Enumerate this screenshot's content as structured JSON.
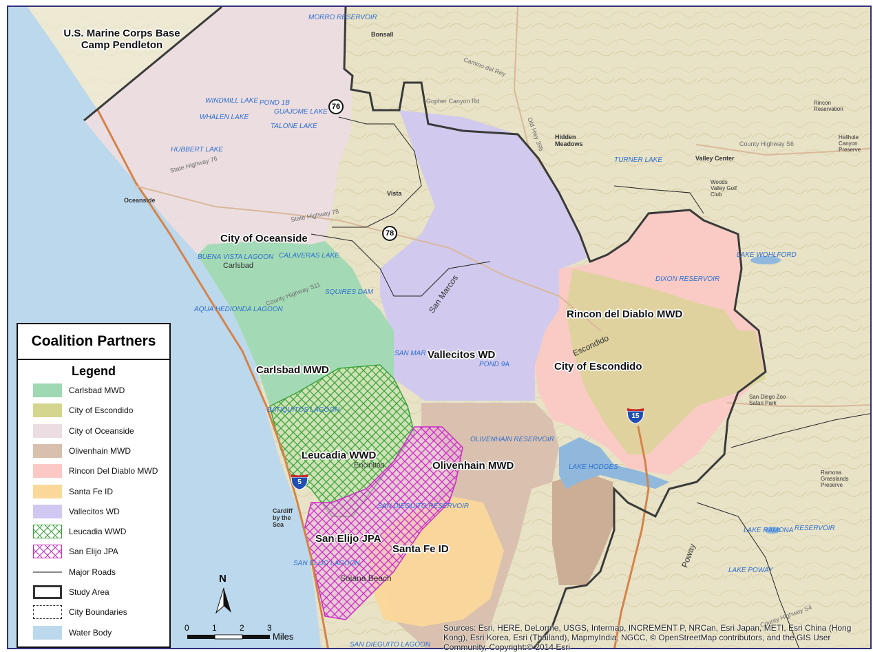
{
  "map": {
    "study_area_label": "U.S. Marine Corps Base Camp Pendleton",
    "region_labels": [
      "City of Oceanside",
      "Carlsbad MWD",
      "Leucadia WWD",
      "Vallecitos WD",
      "Olivenhain MWD",
      "Rincon del Diablo MWD",
      "City of Escondido",
      "San Elijo JPA",
      "Santa Fe ID"
    ],
    "water_labels": [
      "MORRO RESERVOIR",
      "WINDMILL LAKE",
      "POND 1B",
      "WHALEN LAKE",
      "GUAJOME LAKE",
      "TALONE LAKE",
      "HUBBERT LAKE",
      "BUENA VISTA LAGOON",
      "CALAVERAS LAKE",
      "SQUIRES DAM",
      "AQUA HEDIONDA LAGOON",
      "SAN MAR",
      "POND 9A",
      "TURNER LAKE",
      "LAKE WOHLFORD",
      "DIXON RESERVOIR",
      "BATIQUITOS LAGOON",
      "OLIVENHAIN RESERVOIR",
      "LAKE HODGES",
      "SAN DIEGUITO RESERVOIR",
      "SAN ELIJO LAGOON",
      "LAKE RAMONA",
      "RESERVOIR",
      "LAKE POWAY",
      "SAN DIEGUITO LAGOON"
    ],
    "place_labels": [
      "Oceanside",
      "Bonsall",
      "Vista",
      "Hidden Meadows",
      "Valley Center",
      "Carlsbad",
      "San Marcos",
      "Escondido",
      "Encinitas",
      "Solana Beach",
      "Cardiff by the Sea",
      "Poway",
      "Rincon Reservation",
      "Hellhole Canyon Preserve",
      "Woods Valley Golf Club",
      "Ramona Grasslands Preserve",
      "San Diego Zoo Safari Park"
    ],
    "road_labels": [
      "State Highway 76",
      "County Highway S11",
      "County Highway S6",
      "State Highway 78",
      "County Highway S4",
      "Old Hwy 395",
      "Gopher Canyon Rd",
      "Camino del Rey"
    ],
    "route_shields": [
      "76",
      "78"
    ],
    "interstate_shields": [
      "5",
      "15"
    ]
  },
  "legend": {
    "title": "Coalition Partners",
    "subtitle": "Legend",
    "items": [
      {
        "label": "Carlsbad MWD",
        "style": "fill",
        "color": "#9fd9b4"
      },
      {
        "label": "City of Escondido",
        "style": "fill",
        "color": "#d4d58e"
      },
      {
        "label": "City of Oceanside",
        "style": "fill",
        "color": "#ecdde2"
      },
      {
        "label": "Olivenhain MWD",
        "style": "fill",
        "color": "#d9bfae"
      },
      {
        "label": "Rincon Del Diablo MWD",
        "style": "fill",
        "color": "#fbc8c5"
      },
      {
        "label": "Santa Fe ID",
        "style": "fill",
        "color": "#fbd79a"
      },
      {
        "label": "Vallecitos WD",
        "style": "fill",
        "color": "#d0c8f0"
      },
      {
        "label": "Leucadia WWD",
        "style": "hatch",
        "color": "#3aa33a"
      },
      {
        "label": "San Elijo JPA",
        "style": "hatch",
        "color": "#cc2ac5"
      },
      {
        "label": "Major Roads",
        "style": "line",
        "color": "#8a8a8a"
      },
      {
        "label": "Study Area",
        "style": "thick-border",
        "color": "#333333"
      },
      {
        "label": "City Boundaries",
        "style": "dashed-border",
        "color": "#333333"
      },
      {
        "label": "Water Body",
        "style": "fill",
        "color": "#bcd8ec"
      }
    ]
  },
  "scale_bar": {
    "ticks": [
      "0",
      "1",
      "2",
      "3"
    ],
    "unit": "Miles"
  },
  "north_arrow": {
    "label": "N"
  },
  "attribution": "Sources: Esri, HERE, DeLorme, USGS, Intermap, INCREMENT P, NRCan, Esri Japan, METI, Esri China (Hong Kong), Esri Korea, Esri (Thailand), MapmyIndia, NGCC, © OpenStreetMap contributors, and the GIS User Community, Copyright:© 2014 Esri"
}
